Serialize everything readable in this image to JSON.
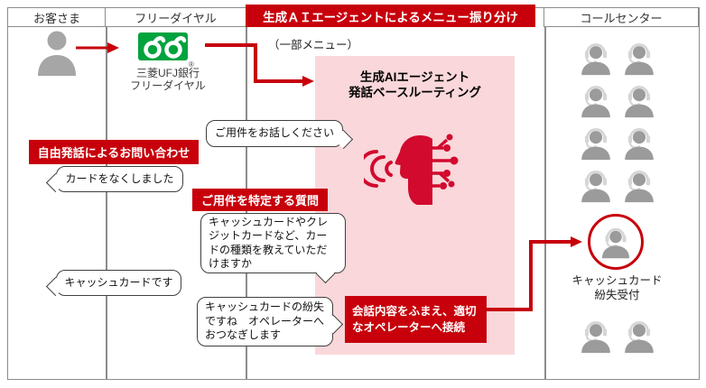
{
  "header": {
    "customer": "お客さま",
    "freedial": "フリーダイヤル",
    "ai_routing": "生成ＡＩエージェントによるメニュー振り分け",
    "callcenter": "コールセンター"
  },
  "freedial": {
    "brand_line1": "三菱UFJ銀行",
    "brand_line2": "フリーダイヤル",
    "registered_mark": "®"
  },
  "ai_panel": {
    "note": "（一部メニュー）",
    "title_line1": "生成AIエージェント",
    "title_line2": "発話ベースルーティング",
    "connect_note": "会話内容をふまえ、適切なオペレーターへ接続"
  },
  "labels": {
    "free_speech_inquiry": "自由発話によるお問い合わせ",
    "identify_question": "ご用件を特定する質問"
  },
  "bubbles": {
    "ai_greeting": "ご用件をお話しください",
    "customer_lost_card": "カードをなくしました",
    "ai_card_type_question": "キャッシュカードやクレジットカードなど、カードの種類を教えていただけますか",
    "customer_cash_card": "キャッシュカードです",
    "ai_confirm_transfer": "キャッシュカードの紛失ですね　オペレーターへおつなぎします"
  },
  "callcenter": {
    "desk_line1": "キャッシュカード",
    "desk_line2": "紛失受付",
    "operators_pool": 8,
    "operators_bottom": 2
  },
  "icons": {
    "customer": "person-silhouette",
    "freedial_logo": "freedial-double-loop",
    "ai_agent": "speaking-head-with-circuit",
    "operator": "operator-headset"
  },
  "colors": {
    "accent_red": "#c7000b",
    "panel_pink": "#f9d7da",
    "freedial_green": "#00a33e",
    "icon_crimson": "#d20a2e",
    "silhouette_gray": "#a6a6a6"
  }
}
